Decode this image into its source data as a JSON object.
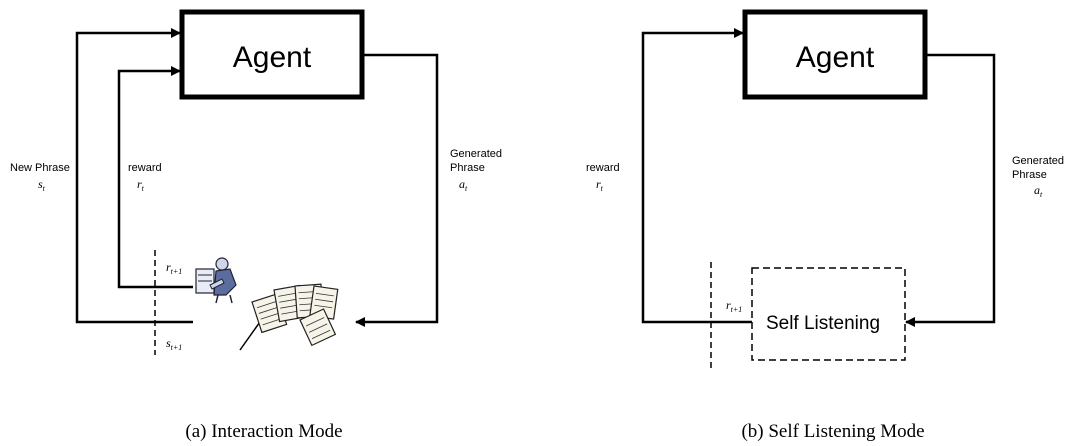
{
  "diagram_a": {
    "agent_label": "Agent",
    "new_phrase_label": "New Phrase",
    "new_phrase_symbol": "s",
    "new_phrase_sub": "t",
    "reward_label": "reward",
    "reward_symbol": "r",
    "reward_sub": "t",
    "generated_label_line1": "Generated",
    "generated_label_line2": "Phrase",
    "action_symbol": "a",
    "action_sub": "t",
    "next_reward_symbol": "r",
    "next_reward_sub": "t+1",
    "next_state_symbol": "s",
    "next_state_sub": "t+1",
    "caption": "(a) Interaction Mode"
  },
  "diagram_b": {
    "agent_label": "Agent",
    "reward_label": "reward",
    "reward_symbol": "r",
    "reward_sub": "t",
    "generated_label_line1": "Generated",
    "generated_label_line2": "Phrase",
    "action_symbol": "a",
    "action_sub": "t",
    "next_reward_symbol": "r",
    "next_reward_sub": "t+1",
    "self_listening_label": "Self Listening",
    "caption": "(b) Self Listening Mode"
  }
}
